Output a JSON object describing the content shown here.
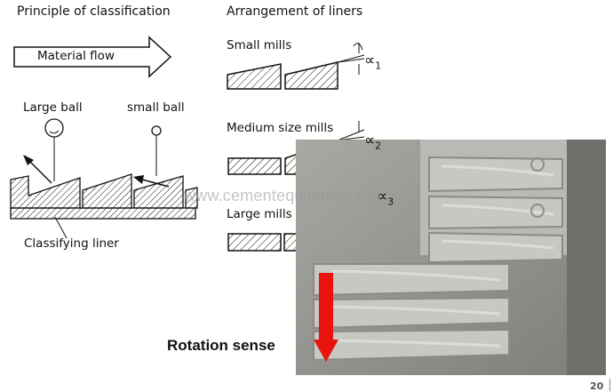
{
  "left_panel": {
    "title": "Principle of classification",
    "flow_label": "Material flow",
    "large_ball": "Large ball",
    "small_ball": "small ball",
    "liner_label": "Classifying liner"
  },
  "right_panel": {
    "title": "Arrangement of liners",
    "small_mills": "Small mills",
    "medium_mills": "Medium size mills",
    "large_mills": "Large mills",
    "alpha1": "1",
    "alpha2": "2",
    "alpha3": "3",
    "alpha_symbol": "∝"
  },
  "photo": {
    "rotation_label": "Rotation sense",
    "arrow_color": "#e8130c"
  },
  "watermark": "www.cementequipment.org",
  "page_number": "20"
}
